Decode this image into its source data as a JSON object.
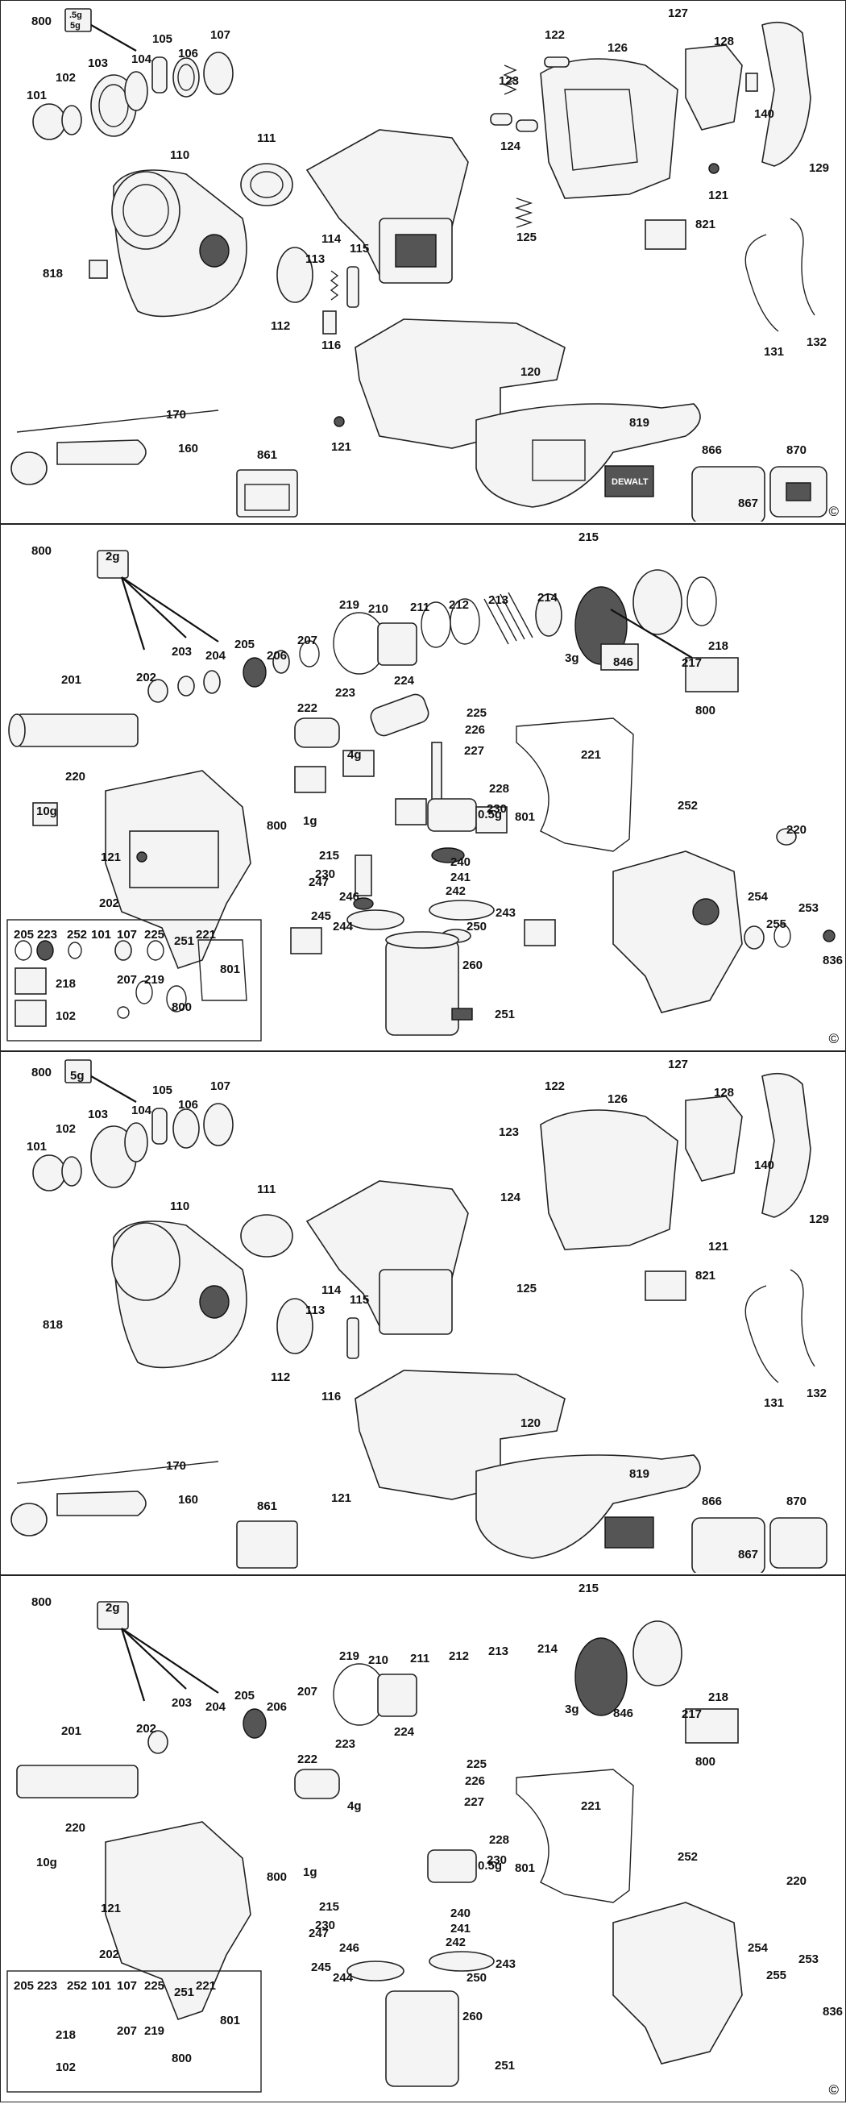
{
  "copyright": "©",
  "panelA": {
    "labels": [
      "800",
      "5g",
      "104",
      "105",
      "106",
      "107",
      "101",
      "102",
      "103",
      "111",
      "110",
      "818",
      "112",
      "113",
      "114",
      "115",
      "116",
      "122",
      "127",
      "128",
      "126",
      "123",
      "124",
      "140",
      "129",
      "121",
      "125",
      "821",
      "131",
      "132",
      "170",
      "160",
      "861",
      "121",
      "120",
      "866",
      "870",
      "867",
      "819"
    ],
    "grease": ".5g",
    "brand": "DEWALT"
  },
  "panelB": {
    "labels": [
      "800",
      "2g",
      "202",
      "203",
      "204",
      "201",
      "205",
      "206",
      "207",
      "219",
      "210",
      "211",
      "212",
      "213",
      "214",
      "215",
      "217",
      "218",
      "222",
      "223",
      "224",
      "225",
      "226",
      "227",
      "220",
      "221",
      "228",
      "230",
      "801",
      "800",
      "1g",
      "4g",
      "0.5g",
      "10g",
      "121",
      "215",
      "230",
      "240",
      "247",
      "246",
      "241",
      "242",
      "243",
      "244",
      "245",
      "250",
      "260",
      "251",
      "220",
      "252",
      "254",
      "253",
      "255",
      "836",
      "800",
      "3g",
      "846",
      "202",
      "205",
      "223",
      "252",
      "101",
      "107",
      "225",
      "251",
      "221",
      "801",
      "218",
      "207",
      "219",
      "800",
      "102"
    ]
  }
}
